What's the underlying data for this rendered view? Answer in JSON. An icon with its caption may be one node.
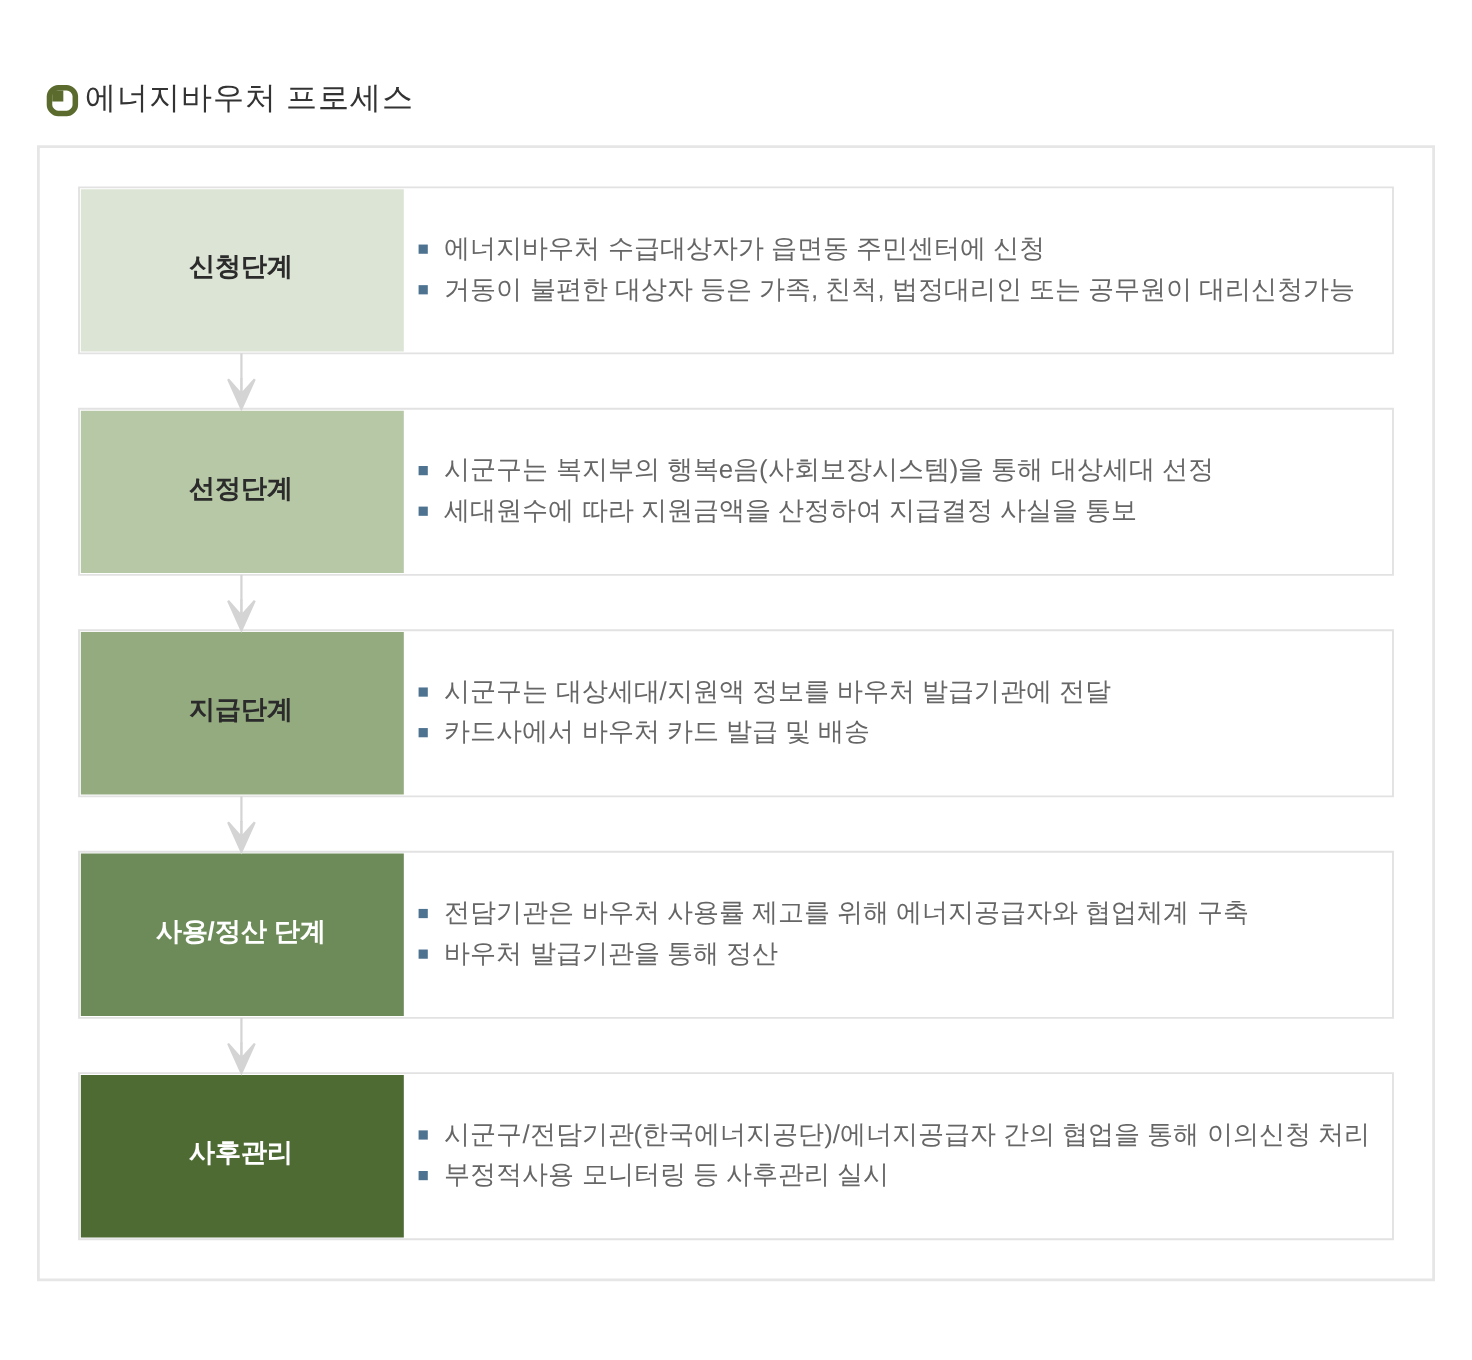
{
  "diagram": {
    "title": "에너지바우처 프로세스",
    "nodes": [
      {
        "text": [],
        "shape": "box"
      },
      {
        "text": [
          "신청단계",
          "에너지바우처 수급대상자가 읍면동 주민센터에 신청",
          "거동이 불편한 대상자 등은 가족, 친척, 법정대리인 또는 공무원이 대리신청가능"
        ],
        "in": 0
      },
      {
        "text": [
          "선정단계",
          "시군구는 복지부의 행복e음(사회보장시스템)을 통해 대상세대 선정",
          "세대원수에 따라 지원금액을 산정하여 지급결정 사실을 통보"
        ],
        "in": 0
      },
      {
        "text": [
          "지급단계",
          "시군구는 대상세대/지원액 정보를 바우처 발급기관에 전달",
          "카드사에서 바우처 카드 발급 및 배송"
        ],
        "in": 0
      },
      {
        "text": [
          "사용/정산 단계",
          "전담기관은 바우처 사용률 제고를 위해 에너지공급자와 협업체계 구축",
          "바우처 발급기관을 통해 정산"
        ],
        "in": 0
      },
      {
        "text": [
          "사후관리",
          "시군구/전담기관(한국에너지공단)/에너지공급자 간의 협업을 통해 이의신청 처리",
          "부정적사용 모니터링 등 사후관리 실시"
        ],
        "in": 0
      }
    ],
    "edges": [
      {
        "from": 1,
        "to": 2,
        "arrow": "to"
      },
      {
        "from": 2,
        "to": 3,
        "arrow": "to"
      },
      {
        "from": 3,
        "to": 4,
        "arrow": "to"
      },
      {
        "from": 4,
        "to": 5,
        "arrow": "to"
      }
    ]
  }
}
